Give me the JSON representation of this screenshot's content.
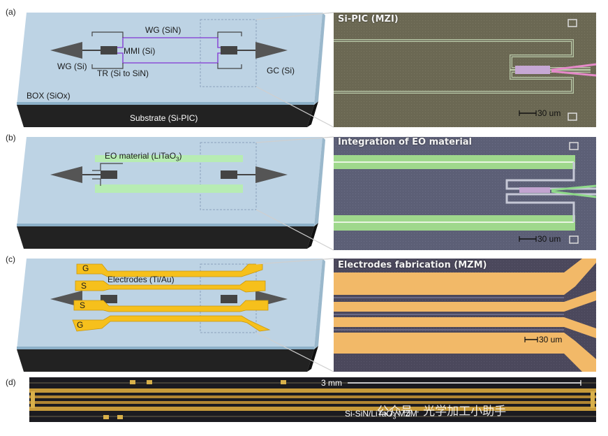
{
  "panels": {
    "a": {
      "letter": "(a)",
      "labels": {
        "wg_sin": "WG (SiN)",
        "mmi": "MMI (Si)",
        "wg_si": "WG (Si)",
        "tr": "TR (Si to SiN)",
        "gc": "GC (Si)",
        "box": "BOX (SiOx)",
        "substrate": "Substrate (Si-PIC)"
      },
      "micrograph_title": "Si-PIC (MZI)",
      "scale": "30 um"
    },
    "b": {
      "letter": "(b)",
      "labels": {
        "eo_prefix": "EO material (LiTaO",
        "eo_sub": "3",
        "eo_suffix": ")"
      },
      "micrograph_title": "Integration of EO material",
      "scale": "30 um"
    },
    "c": {
      "letter": "(c)",
      "labels": {
        "electrodes": "Electrodes (Ti/Au)",
        "g1": "G",
        "s1": "S",
        "s2": "S",
        "g2": "G"
      },
      "micrograph_title": "Electrodes fabrication (MZM)",
      "scale": "30 um"
    },
    "d": {
      "letter": "(d)",
      "scale": "3 mm",
      "caption_prefix": "Si-SiN/LiTaO",
      "caption_sub": "3",
      "caption_suffix": " MZM",
      "watermark": "公众号 · 光学加工小助手"
    }
  },
  "colors": {
    "chip_top": "#b8d0e2",
    "substrate": "#262626",
    "eo_material": "#b8ecb4",
    "electrode_gold": "#f6c01c",
    "micrograph_bg_a": "#6d6a55",
    "micrograph_bg_b": "#5f6278",
    "micrograph_bg_c": "#4d4a5e"
  }
}
